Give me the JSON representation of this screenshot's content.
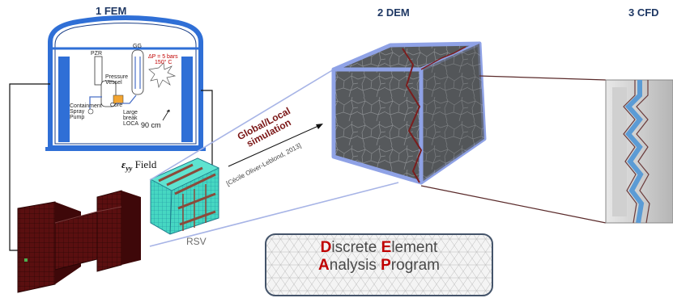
{
  "headers": {
    "fem": "1 FEM",
    "dem": "2 DEM",
    "cfd": "3 CFD"
  },
  "reactor": {
    "pzr": "PZR",
    "gg": "GG",
    "pressure_vessel": "Pressure Vessel",
    "containment_spray_pump": "Containment Spray Pump",
    "core": "Core",
    "large_break_loca": "Large break LOCA",
    "delta_p": "ΔP = 5 bars",
    "temperature": "150° C",
    "thickness": "90 cm"
  },
  "labels": {
    "eps_field_symbol": "ε",
    "eps_field_sub": "yy",
    "eps_field_word": "Field",
    "rsv": "RSV",
    "global_local": "Global/Local",
    "simulation": "simulation",
    "citation": "[Cécile Oliver-Leblond, 2013]"
  },
  "program": {
    "line1_initial_1": "D",
    "line1_rest_1": "iscrete ",
    "line1_initial_2": "E",
    "line1_rest_2": "lement",
    "line2_initial_1": "A",
    "line2_rest_1": "nalysis ",
    "line2_initial_2": "P",
    "line2_rest_2": "rogram"
  },
  "colors": {
    "header_text": "#1f3864",
    "containment_blue": "#2f6fd6",
    "mesh_dark_red": "#5a0f10",
    "rsv_cyan": "#46d7c2",
    "rsv_brown": "#8b4a3a",
    "dem_cube_face": "#56595c",
    "dem_cube_border": "#8fa2e6",
    "crack_red": "#7a1e1e",
    "cfd_channel_blue": "#5b9bd5",
    "program_red": "#c00000",
    "program_border": "#44546a"
  }
}
